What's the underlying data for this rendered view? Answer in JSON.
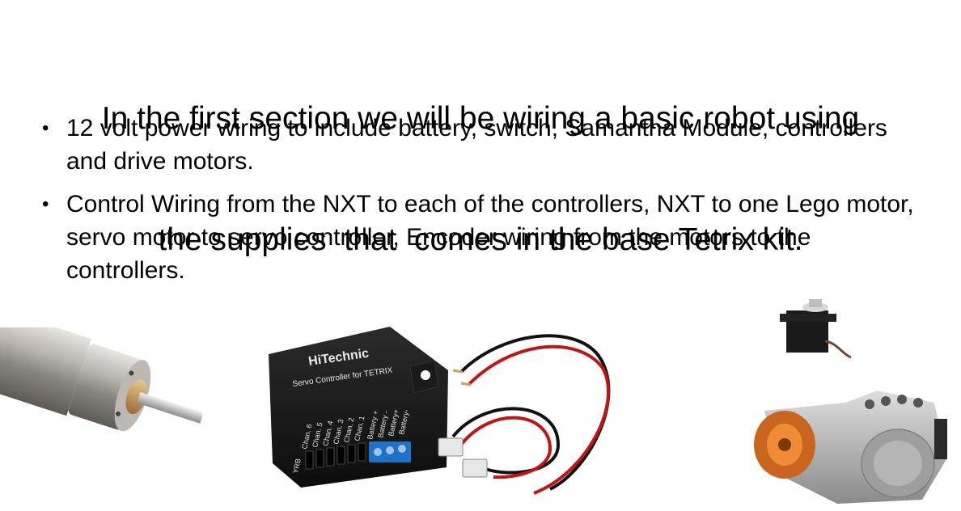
{
  "slide": {
    "title_line1": "In the first section we will be wiring a basic robot using",
    "title_line2": "the supplies  that  comes in the base Tetrix kit.",
    "bullets": [
      "12 volt power wiring to include battery, switch, Samantha Module, controllers and drive motors.",
      "Control Wiring from the NXT to each of the controllers, NXT to one Lego motor, servo motor to servo controller, Encoder wiring from the motors to the controllers."
    ]
  },
  "servo_controller": {
    "brand": "HiTechnic",
    "subtitle": "Servo Controller for TETRIX",
    "channels": [
      "Chan. 6",
      "Chan. 5",
      "Chan. 4",
      "Chan. 3",
      "Chan. 2",
      "Chan. 1",
      "Battery +",
      "Battery -",
      "Battery+",
      "Battery-"
    ],
    "corner_label": "YRB"
  }
}
